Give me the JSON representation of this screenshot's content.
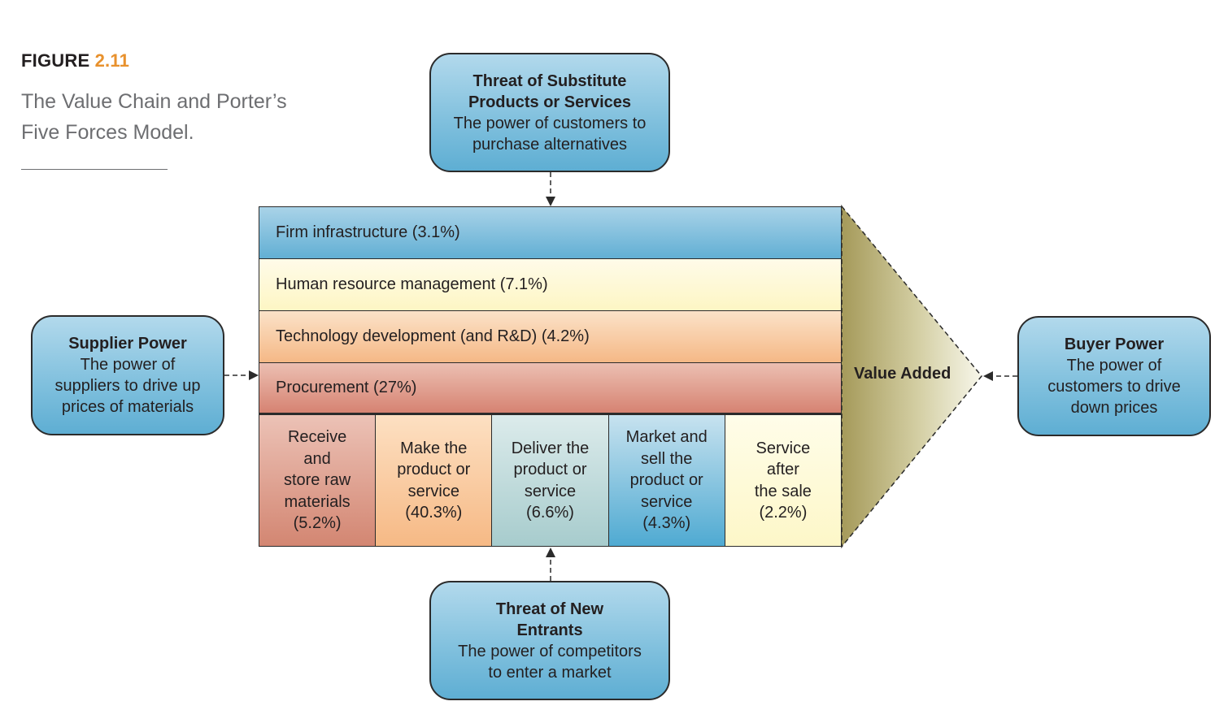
{
  "figure": {
    "label_prefix": "FIGURE ",
    "label_number": "2.11",
    "caption": "The Value Chain and Porter’s Five Forces Model."
  },
  "forces": {
    "substitutes": {
      "title": "Threat of Substitute Products or Services",
      "text": "The power of customers to purchase alternatives"
    },
    "supplier": {
      "title": "Supplier Power",
      "text": "The power of suppliers to drive up prices of materials"
    },
    "buyer": {
      "title": "Buyer Power",
      "text": "The power of customers to drive down prices"
    },
    "entrants": {
      "title": "Threat of New Entrants",
      "text": "The power of competitors to enter a market"
    }
  },
  "support_activities": [
    {
      "label": "Firm infrastructure (3.1%)"
    },
    {
      "label": "Human resource management (7.1%)"
    },
    {
      "label": "Technology development (and R&D) (4.2%)"
    },
    {
      "label": "Procurement (27%)"
    }
  ],
  "primary_activities": [
    {
      "label": "Receive\nand\nstore raw\nmaterials\n(5.2%)"
    },
    {
      "label": "Make the\nproduct or\nservice\n(40.3%)"
    },
    {
      "label": "Deliver the\nproduct or\nservice\n(6.6%)"
    },
    {
      "label": "Market and\nsell the\nproduct or\nservice\n(4.3%)"
    },
    {
      "label": "Service\nafter\nthe sale\n(2.2%)"
    }
  ],
  "value_added": {
    "label": "Value Added"
  },
  "colors": {
    "accent": "#e8912d",
    "force_blue": "#82c1de",
    "value_added_olive": "#b3a970"
  }
}
